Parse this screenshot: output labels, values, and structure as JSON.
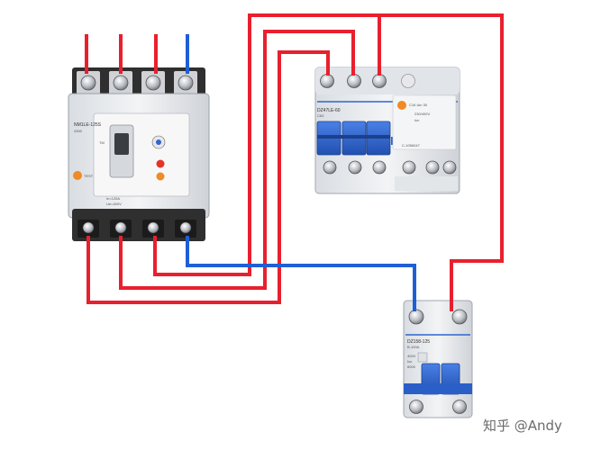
{
  "colors": {
    "phase_wire": "#e8202e",
    "neutral_wire": "#1f5fd6",
    "breaker_body": "#e9ebee",
    "breaker_blue": "#2f65d0",
    "terminal": "#3b3b3b"
  },
  "mccb": {
    "model": "NM1LE-125S",
    "rating": "4300",
    "side_text": "TM",
    "test_label": "TEST",
    "bottom_text_1": "In=125A",
    "bottom_text_2": "Ue=400V"
  },
  "rcbo": {
    "model": "DZ47LE-60",
    "rating": "C63",
    "current_text": "C16 IΔn 30",
    "side_text_1": "230/400V",
    "side_text_2": "Icn",
    "bottom_text": "C-1056047"
  },
  "mcb": {
    "model": "DZ158-125",
    "rating": "B-100A",
    "line_1": "400V",
    "line_2": "Icu",
    "line_3": "6000"
  },
  "watermark": {
    "text": "知乎 @Andy"
  }
}
